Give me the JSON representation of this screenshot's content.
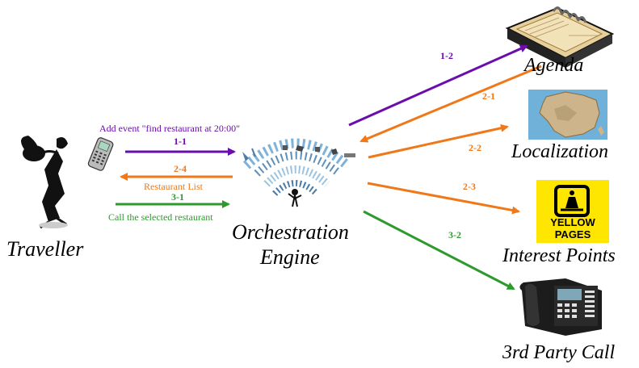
{
  "nodes": {
    "traveller": {
      "label": "Traveller"
    },
    "engine": {
      "label_line1": "Orchestration",
      "label_line2": "Engine"
    },
    "agenda": {
      "label": "Agenda"
    },
    "localization": {
      "label": "Localization"
    },
    "interest_points": {
      "label": "Interest Points",
      "logo_text_1": "YELLOW",
      "logo_text_2": "PAGES"
    },
    "third_party_call": {
      "label": "3rd Party Call"
    }
  },
  "messages": {
    "m1": {
      "text": "Add event \"find restaurant at 20:00\"",
      "step": "1-1",
      "color": "#6a0dad"
    },
    "m2": {
      "text": "Restaurant List",
      "step": "2-4",
      "color": "#f07818"
    },
    "m3": {
      "text": "Call the selected restaurant",
      "step": "3-1",
      "color": "#2e9a2e"
    }
  },
  "edges": {
    "e12": {
      "step": "1-2",
      "color": "#6a0dad"
    },
    "e21": {
      "step": "2-1",
      "color": "#f07818"
    },
    "e22": {
      "step": "2-2",
      "color": "#f07818"
    },
    "e23": {
      "step": "2-3",
      "color": "#f07818"
    },
    "e32": {
      "step": "3-2",
      "color": "#2e9a2e"
    }
  }
}
